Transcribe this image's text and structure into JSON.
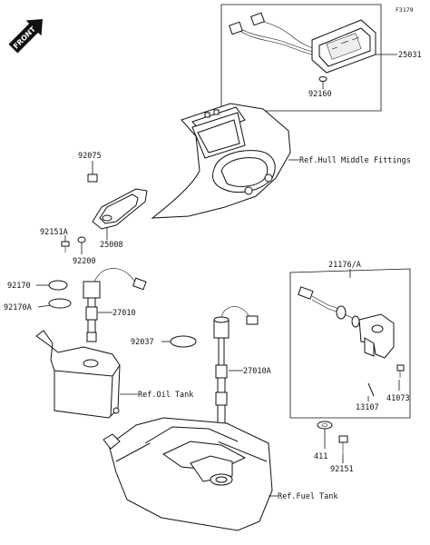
{
  "figure_code": "F3179",
  "front_arrow": {
    "label": "FRONT",
    "icon": "front-direction-arrow"
  },
  "parts": [
    {
      "id": "p25031",
      "label": "25031"
    },
    {
      "id": "p92160",
      "label": "92160"
    },
    {
      "id": "p92075",
      "label": "92075"
    },
    {
      "id": "p92151a",
      "label": "92151A"
    },
    {
      "id": "p92200",
      "label": "92200"
    },
    {
      "id": "p25008",
      "label": "25008"
    },
    {
      "id": "p92170",
      "label": "92170"
    },
    {
      "id": "p92170a",
      "label": "92170A"
    },
    {
      "id": "p27010",
      "label": "27010"
    },
    {
      "id": "p92037",
      "label": "92037"
    },
    {
      "id": "p27010a",
      "label": "27010A"
    },
    {
      "id": "p21176a",
      "label": "21176/A"
    },
    {
      "id": "p41073",
      "label": "41073"
    },
    {
      "id": "p13107",
      "label": "13107"
    },
    {
      "id": "p411",
      "label": "411"
    },
    {
      "id": "p92151",
      "label": "92151"
    }
  ],
  "references": {
    "hull": "Ref.Hull Middle Fittings",
    "oil_tank": "Ref.Oil Tank",
    "fuel_tank": "Ref.Fuel Tank"
  }
}
